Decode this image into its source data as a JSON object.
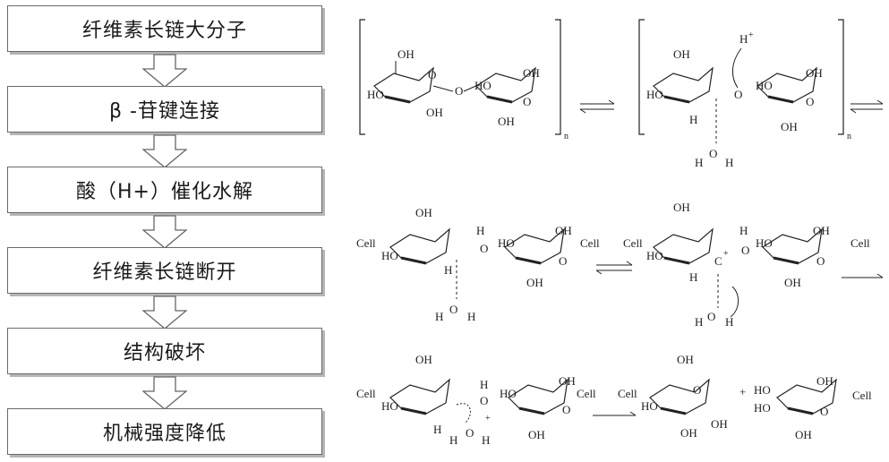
{
  "flowchart": {
    "steps": [
      "纤维素长链大分子",
      "β -苷键连接",
      "酸（H+）催化水解",
      "纤维素长链断开",
      "结构破坏",
      "机械强度降低"
    ]
  },
  "mechanism": {
    "labels": {
      "oh": "OH",
      "ho": "HO",
      "o": "O",
      "h": "H",
      "c": "C",
      "cell": "Cell",
      "n": "n",
      "plus": "+",
      "hplus": "H",
      "superplus": "+"
    }
  }
}
